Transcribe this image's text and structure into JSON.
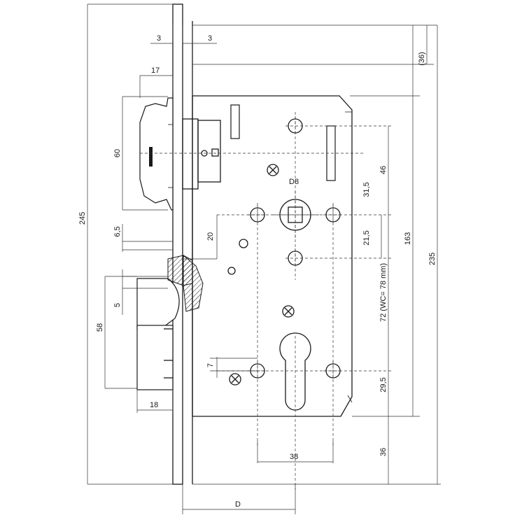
{
  "dimensions": {
    "faceplate_thickness_left": "3",
    "faceplate_thickness_right": "3",
    "bolt_width_17": "17",
    "bolt_height_60": "60",
    "gap_6_5": "6,5",
    "offset_20": "20",
    "latch_5": "5",
    "latch_58": "58",
    "latch_18": "18",
    "keyhole_7": "7",
    "total_245": "245",
    "top_36": "(36)",
    "spindle_d8": "D8",
    "dist_46": "46",
    "dist_31_5": "31,5",
    "dist_21_5": "21,5",
    "dist_163": "163",
    "dist_235": "235",
    "center_72": "72 (WC= 78 mm)",
    "dist_29_5": "29,5",
    "dist_38": "38",
    "bottom_36": "36",
    "backset_d": "D"
  }
}
